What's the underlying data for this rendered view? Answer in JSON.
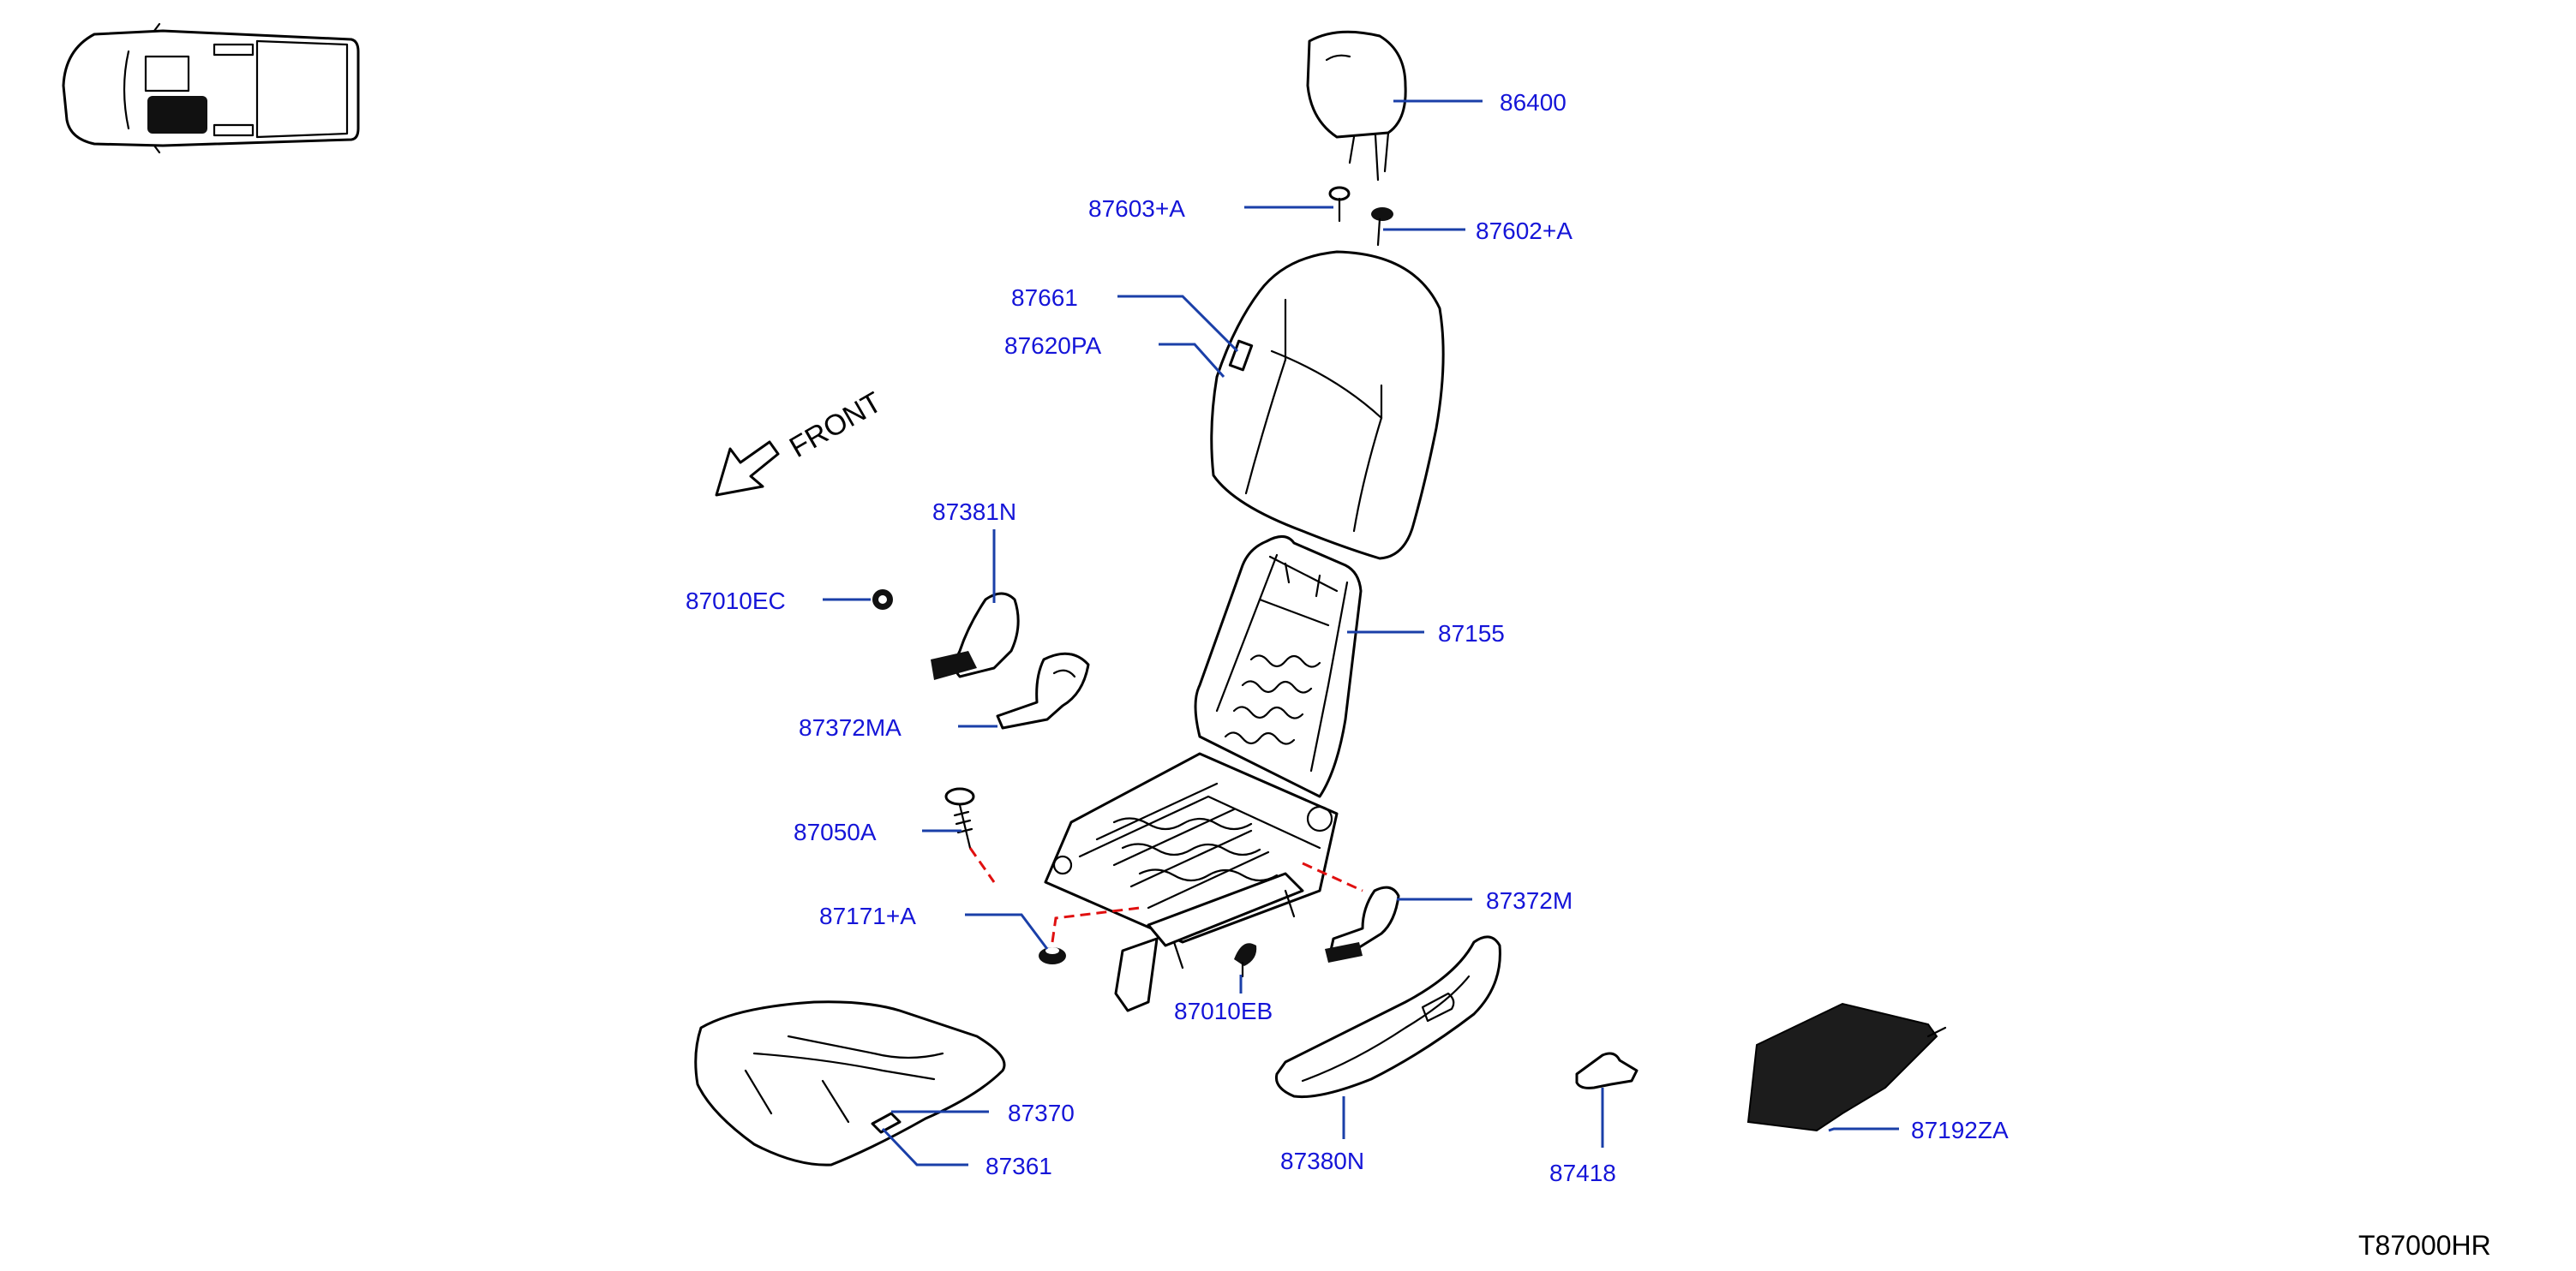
{
  "diagram": {
    "drawing_code": "T87000HR",
    "direction_label": "FRONT",
    "label_color": "#1515d8",
    "leader_color": "#1a3fa8",
    "connector_color": "#e01010",
    "parts": {
      "headrest": "86400",
      "headrest_guide_lock": "87603+A",
      "headrest_guide_free": "87602+A",
      "back_trim": "87661",
      "back_trim_clip": "87620PA",
      "recliner_cover": "87381N",
      "cap": "87010EC",
      "finisher_inner": "87372MA",
      "back_frame": "87155",
      "bolt": "87050A",
      "grommet": "87171+A",
      "finisher_outer": "87372M",
      "clip": "87010EB",
      "cushion_trim": "87370",
      "cushion_clip": "87361",
      "side_cover": "87380N",
      "knob": "87418",
      "heater_unit": "87192ZA"
    }
  }
}
